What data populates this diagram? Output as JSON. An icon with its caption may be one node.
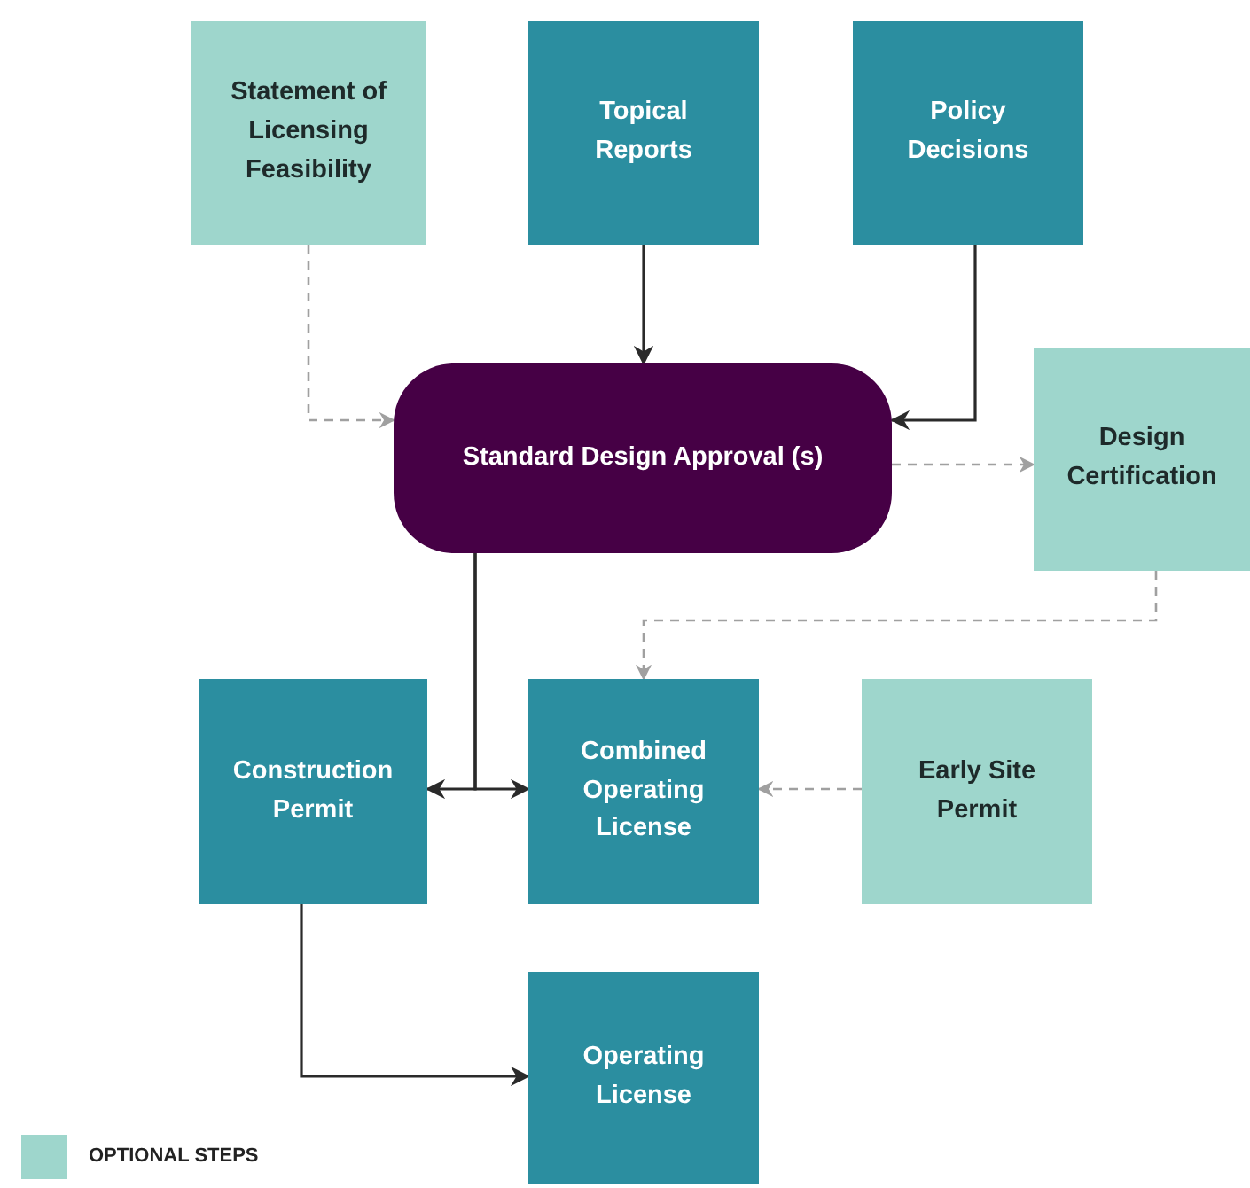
{
  "diagram": {
    "nodes": [
      {
        "text": [
          "Statement of Licensing Feasibility"
        ]
      },
      {
        "text": [
          "Topical Reports"
        ]
      },
      {
        "text": [
          "Policy Decisions"
        ]
      },
      {
        "text": [
          "Standard Design Approval (s)"
        ]
      },
      {
        "text": [
          "Design Certification"
        ]
      },
      {
        "text": [
          "Construction Permit"
        ]
      },
      {
        "text": [
          "Combined Operating License"
        ]
      },
      {
        "text": [
          "Early Site Permit"
        ]
      },
      {
        "text": [
          "Operating License"
        ]
      }
    ],
    "edges": [
      {
        "from": 0,
        "to": 3,
        "arrow": "to",
        "style": "dashed",
        "color": "#a0a0a0"
      },
      {
        "from": 1,
        "to": 3,
        "arrow": "to"
      },
      {
        "from": 2,
        "to": 3,
        "arrow": "to"
      },
      {
        "from": 3,
        "to": 4,
        "arrow": "to",
        "style": "dashed",
        "color": "#a0a0a0"
      },
      {
        "from": 4,
        "to": 6,
        "arrow": "to",
        "style": "dashed",
        "color": "#a0a0a0"
      },
      {
        "from": 3,
        "to": 5,
        "arrow": "to"
      },
      {
        "from": 3,
        "to": 6,
        "arrow": "to"
      },
      {
        "from": 7,
        "to": 6,
        "arrow": "to",
        "style": "dashed",
        "color": "#a0a0a0"
      },
      {
        "from": 5,
        "to": 8,
        "arrow": "to"
      }
    ],
    "legend": [
      {
        "text": "OPTIONAL STEPS",
        "color": "#9ed6cc"
      }
    ]
  }
}
